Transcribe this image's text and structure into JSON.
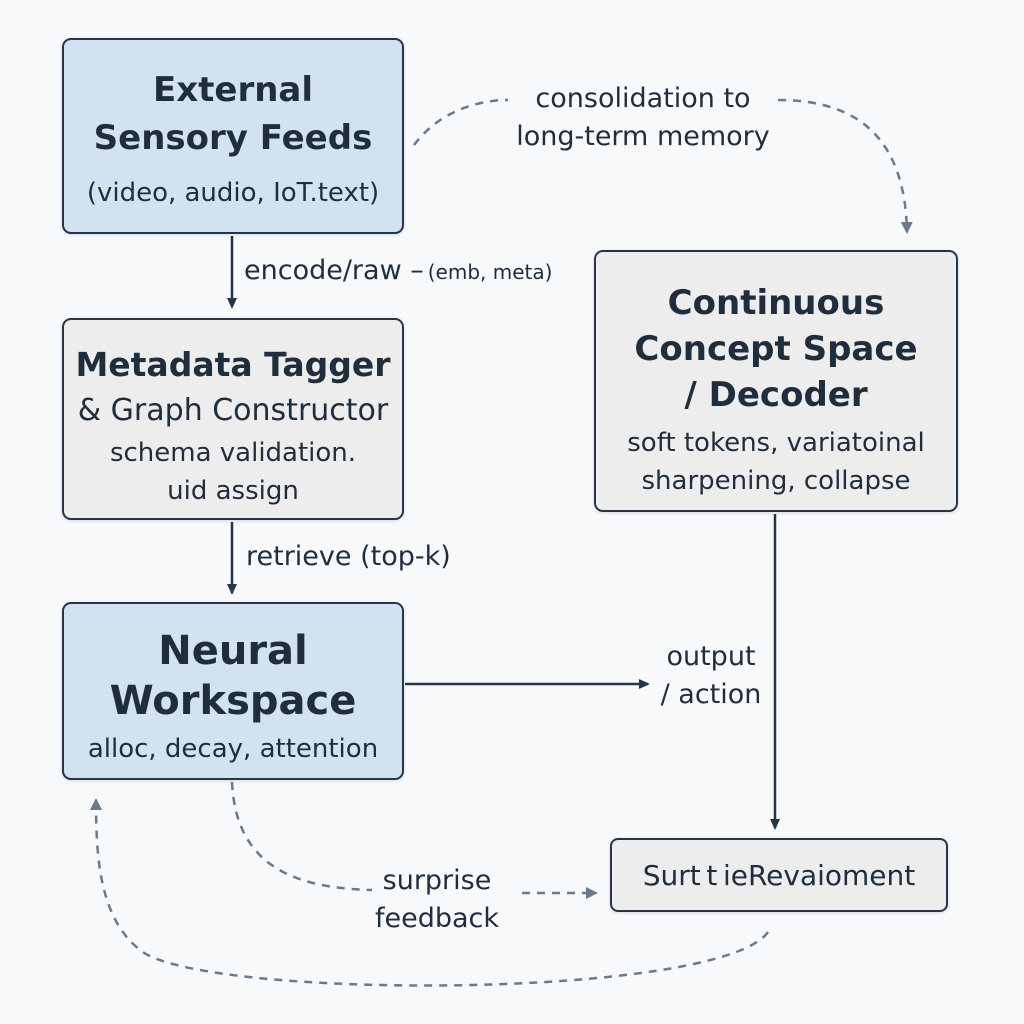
{
  "nodes": {
    "external_sensory_feeds": {
      "title": [
        "External",
        "Sensory Feeds"
      ],
      "subtitle": [
        "(video, audio, IoT.text)"
      ]
    },
    "metadata_tagger": {
      "title": [
        "Metadata Tagger",
        "& Graph Constructor"
      ],
      "subtitle": [
        "schema validation.",
        "uid assign"
      ]
    },
    "neural_workspace": {
      "title": [
        "Neural",
        "Workspace"
      ],
      "subtitle": [
        "alloc, decay, attention"
      ]
    },
    "continuous_concept_space": {
      "title": [
        "Continuous",
        "Concept Space",
        "/ Decoder"
      ],
      "subtitle": [
        "soft tokens, variatoinal",
        "sharpening, collapse"
      ]
    },
    "surt_revaioment": {
      "title": [
        "Surt t ieRevaioment"
      ]
    }
  },
  "edges": {
    "encode": {
      "label": "encode/raw –",
      "note": "(emb, meta)"
    },
    "retrieve": {
      "label": "retrieve (top-k)"
    },
    "consolidation": {
      "label": [
        "consolidation to",
        "long-term memory"
      ]
    },
    "output_action": {
      "label": [
        "output",
        "/ action"
      ]
    },
    "surprise_feedback": {
      "label": [
        "surprise",
        "feedback"
      ]
    }
  },
  "colors": {
    "stroke": "#26364a",
    "dashed": "#6a7a8c",
    "blue_fill": "#d3e2f1",
    "gray_fill": "#ededee"
  }
}
